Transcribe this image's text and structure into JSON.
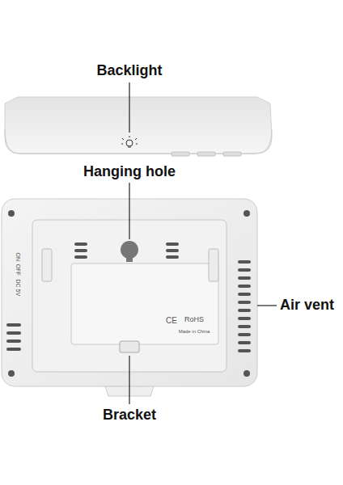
{
  "diagram": {
    "labels": [
      "Backlight",
      "Hanging hole",
      "Air vent",
      "Bracket",
      "ON",
      "OFF",
      "DC 5V",
      "CE",
      "RoHS",
      "Made in China"
    ]
  }
}
